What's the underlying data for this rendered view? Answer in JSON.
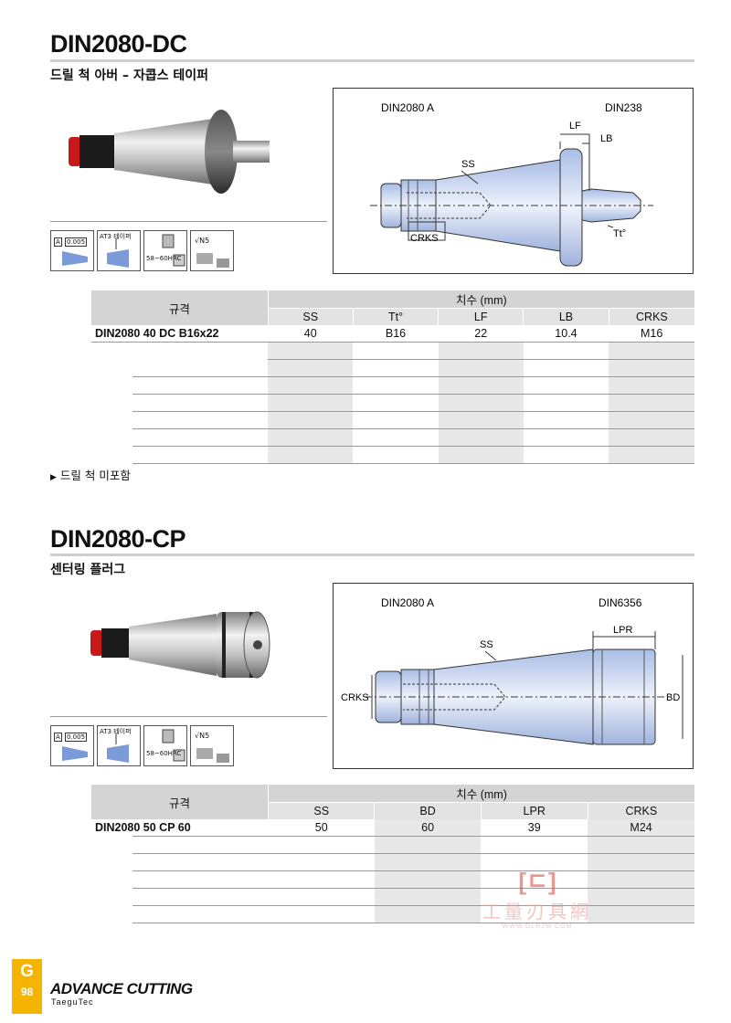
{
  "section1": {
    "title": "DIN2080-DC",
    "subtitle": "드릴 척 아버 – 자콥스 테이퍼",
    "icons": [
      "0.005",
      "AT3 테이퍼",
      "58~60HRC",
      "N5"
    ],
    "diagram": {
      "label_left": "DIN2080 A",
      "label_right": "DIN238",
      "dims": [
        "SS",
        "Tt°",
        "LF",
        "LB",
        "CRKS"
      ]
    },
    "table": {
      "spec_header": "규격",
      "dims_header": "치수 (mm)",
      "columns": [
        "SS",
        "Tt°",
        "LF",
        "LB",
        "CRKS"
      ],
      "rows": [
        {
          "spec": "DIN2080 40 DC B16x22",
          "values": [
            "40",
            "B16",
            "22",
            "10.4",
            "M16"
          ]
        }
      ]
    },
    "note": "드릴 척 미포함"
  },
  "section2": {
    "title": "DIN2080-CP",
    "subtitle": "센터링 플러그",
    "icons": [
      "0.005",
      "AT3 테이퍼",
      "58~60HRC",
      "N5"
    ],
    "diagram": {
      "label_left": "DIN2080 A",
      "label_right": "DIN6356",
      "dims": [
        "SS",
        "LPR",
        "CRKS",
        "BD"
      ]
    },
    "table": {
      "spec_header": "규격",
      "dims_header": "치수 (mm)",
      "columns": [
        "SS",
        "BD",
        "LPR",
        "CRKS"
      ],
      "rows": [
        {
          "spec": "DIN2080 50 CP 60",
          "values": [
            "50",
            "60",
            "39",
            "M24"
          ]
        }
      ]
    }
  },
  "footer": {
    "tab_letter": "G",
    "page_number": "98",
    "brand": "ADVANCE CUTTING",
    "brand_sub": "TaeguTec"
  },
  "watermark": {
    "text": "工量刃具網",
    "url": "WWW.GLRJW.COM"
  }
}
